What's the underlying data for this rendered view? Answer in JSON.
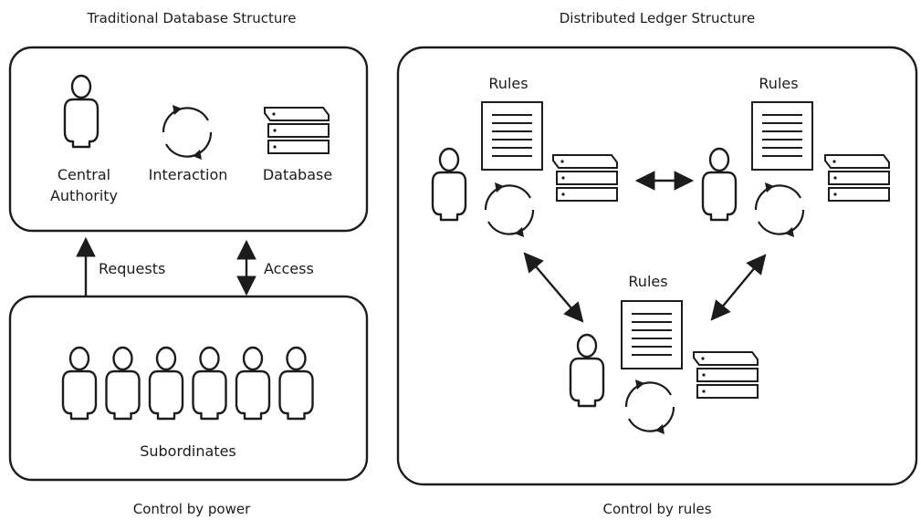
{
  "left_panel": {
    "heading": "Traditional Database Structure",
    "central_label_line1": "Central",
    "central_label_line2": "Authority",
    "interaction_label": "Interaction",
    "database_label": "Database",
    "requests_label": "Requests",
    "access_label": "Access",
    "subordinates_label": "Subordinates",
    "subordinate_count": 6,
    "caption": "Control by power"
  },
  "right_panel": {
    "heading": "Distributed Ledger Structure",
    "nodes": [
      {
        "rules_label": "Rules"
      },
      {
        "rules_label": "Rules"
      },
      {
        "rules_label": "Rules"
      }
    ],
    "caption": "Control by rules"
  },
  "colors": {
    "stroke": "#1c1c1c",
    "background": "#ffffff"
  }
}
